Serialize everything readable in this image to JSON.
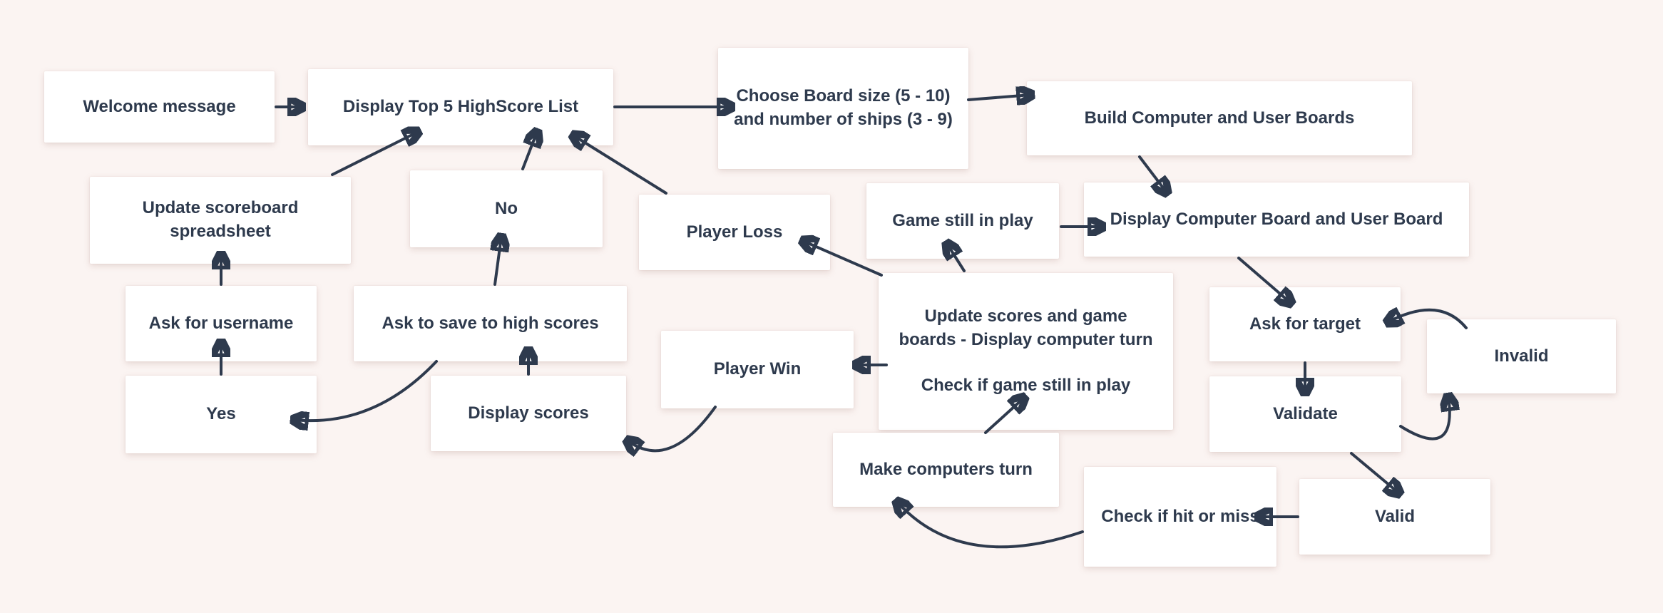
{
  "canvas": {
    "background_color": "#fbf4f2",
    "node_fill_color": "#ffffff",
    "ink_color": "#2e3a4d"
  },
  "nodes": {
    "welcome": {
      "label": "Welcome message"
    },
    "display_top5": {
      "label": "Display Top 5 HighScore List"
    },
    "choose_board": {
      "label": "Choose Board size (5 - 10) and number of ships (3 - 9)"
    },
    "build_boards": {
      "label": "Build Computer and User Boards"
    },
    "update_scoreboard": {
      "label": "Update scoreboard spreadsheet"
    },
    "no": {
      "label": "No"
    },
    "player_loss": {
      "label": "Player Loss"
    },
    "game_still": {
      "label": "Game still in play"
    },
    "display_boards": {
      "label": "Display Computer Board and User Board"
    },
    "ask_username": {
      "label": "Ask for username"
    },
    "ask_save": {
      "label": "Ask to save to high scores"
    },
    "update_scores": {
      "label": "Update scores and game boards - Display computer turn",
      "label2": "Check if game still in play"
    },
    "ask_target": {
      "label": "Ask for target"
    },
    "invalid": {
      "label": "Invalid"
    },
    "yes": {
      "label": "Yes"
    },
    "display_scores": {
      "label": "Display scores"
    },
    "player_win": {
      "label": "Player Win"
    },
    "validate": {
      "label": "Validate"
    },
    "make_turn": {
      "label": "Make computers turn"
    },
    "check_hit": {
      "label": "Check if hit or miss"
    },
    "valid": {
      "label": "Valid"
    }
  },
  "edges": [
    {
      "from": "welcome",
      "to": "display_top5"
    },
    {
      "from": "display_top5",
      "to": "choose_board"
    },
    {
      "from": "choose_board",
      "to": "build_boards"
    },
    {
      "from": "build_boards",
      "to": "display_boards"
    },
    {
      "from": "display_boards",
      "to": "ask_target"
    },
    {
      "from": "invalid",
      "to": "ask_target"
    },
    {
      "from": "ask_target",
      "to": "validate"
    },
    {
      "from": "validate",
      "to": "invalid"
    },
    {
      "from": "validate",
      "to": "valid"
    },
    {
      "from": "valid",
      "to": "check_hit"
    },
    {
      "from": "check_hit",
      "to": "make_turn"
    },
    {
      "from": "make_turn",
      "to": "update_scores"
    },
    {
      "from": "update_scores",
      "to": "game_still"
    },
    {
      "from": "game_still",
      "to": "display_boards"
    },
    {
      "from": "update_scores",
      "to": "player_loss"
    },
    {
      "from": "update_scores",
      "to": "player_win"
    },
    {
      "from": "player_loss",
      "to": "display_top5"
    },
    {
      "from": "player_win",
      "to": "display_scores"
    },
    {
      "from": "display_scores",
      "to": "ask_save"
    },
    {
      "from": "ask_save",
      "to": "no"
    },
    {
      "from": "no",
      "to": "display_top5"
    },
    {
      "from": "ask_save",
      "to": "yes"
    },
    {
      "from": "yes",
      "to": "ask_username"
    },
    {
      "from": "ask_username",
      "to": "update_scoreboard"
    },
    {
      "from": "update_scoreboard",
      "to": "display_top5"
    }
  ]
}
